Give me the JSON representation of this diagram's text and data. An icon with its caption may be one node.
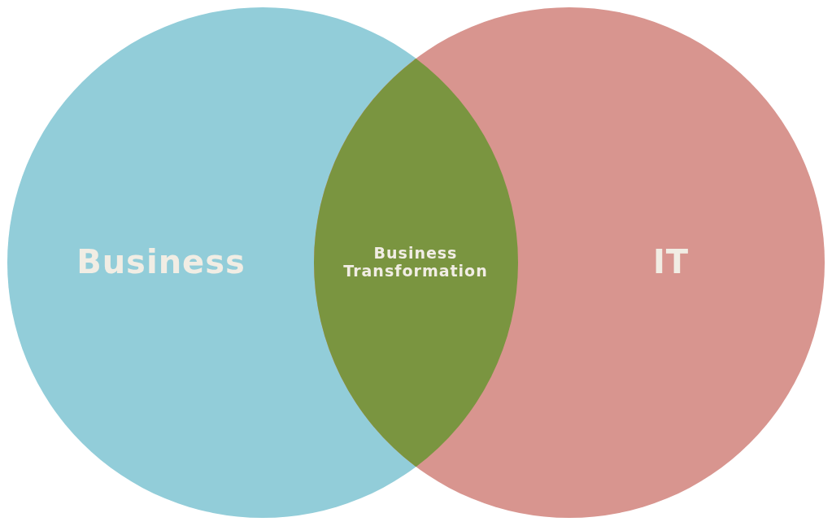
{
  "diagram": {
    "nodes": [
      {
        "text": [
          "Business"
        ]
      },
      {
        "text": [
          "IT"
        ]
      },
      {
        "text": [
          "Business Transformation"
        ]
      }
    ],
    "edges": []
  }
}
